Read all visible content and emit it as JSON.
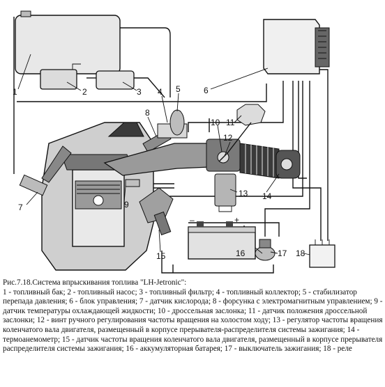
{
  "labels": [
    "1",
    "2",
    "3",
    "4",
    "5",
    "6",
    "7",
    "8",
    "9",
    "10",
    "11",
    "12",
    "13",
    "14",
    "15",
    "16",
    "17",
    "18"
  ],
  "battery_signs": {
    "minus": "–",
    "plus": "+"
  },
  "caption": {
    "title": "Рис.7.18.Система впрыскивания топлива \"LH-Jetronic\":",
    "body": "1 - топливный бак; 2 - топливный насос; 3 - топливный фильтр; 4 - топливный коллектор; 5 - стабилизатор перепада давления; 6 - блок управления; 7 - датчик кислорода; 8 - форсунка с электромагнитным управлением; 9 - датчик температуры охлаждающей жидкости; 10 - дроссельная заслонка; 11 - датчик положения дроссельной заслонки; 12 - винт ручного регулирования частоты вращения на холостом ходу; 13 - регулятор частоты вращения коленчатого вала двигателя, размещенный в корпусе прерывателя-распределителя системы зажигания; 14 - термоанемометр; 15 - датчик частоты вращения коленчатого вала двигателя, размещенный в корпусе прерывателя распределителя системы зажигания; 16 - аккумуляторная батарея; 17 - выключатель зажигания; 18 - реле"
  }
}
